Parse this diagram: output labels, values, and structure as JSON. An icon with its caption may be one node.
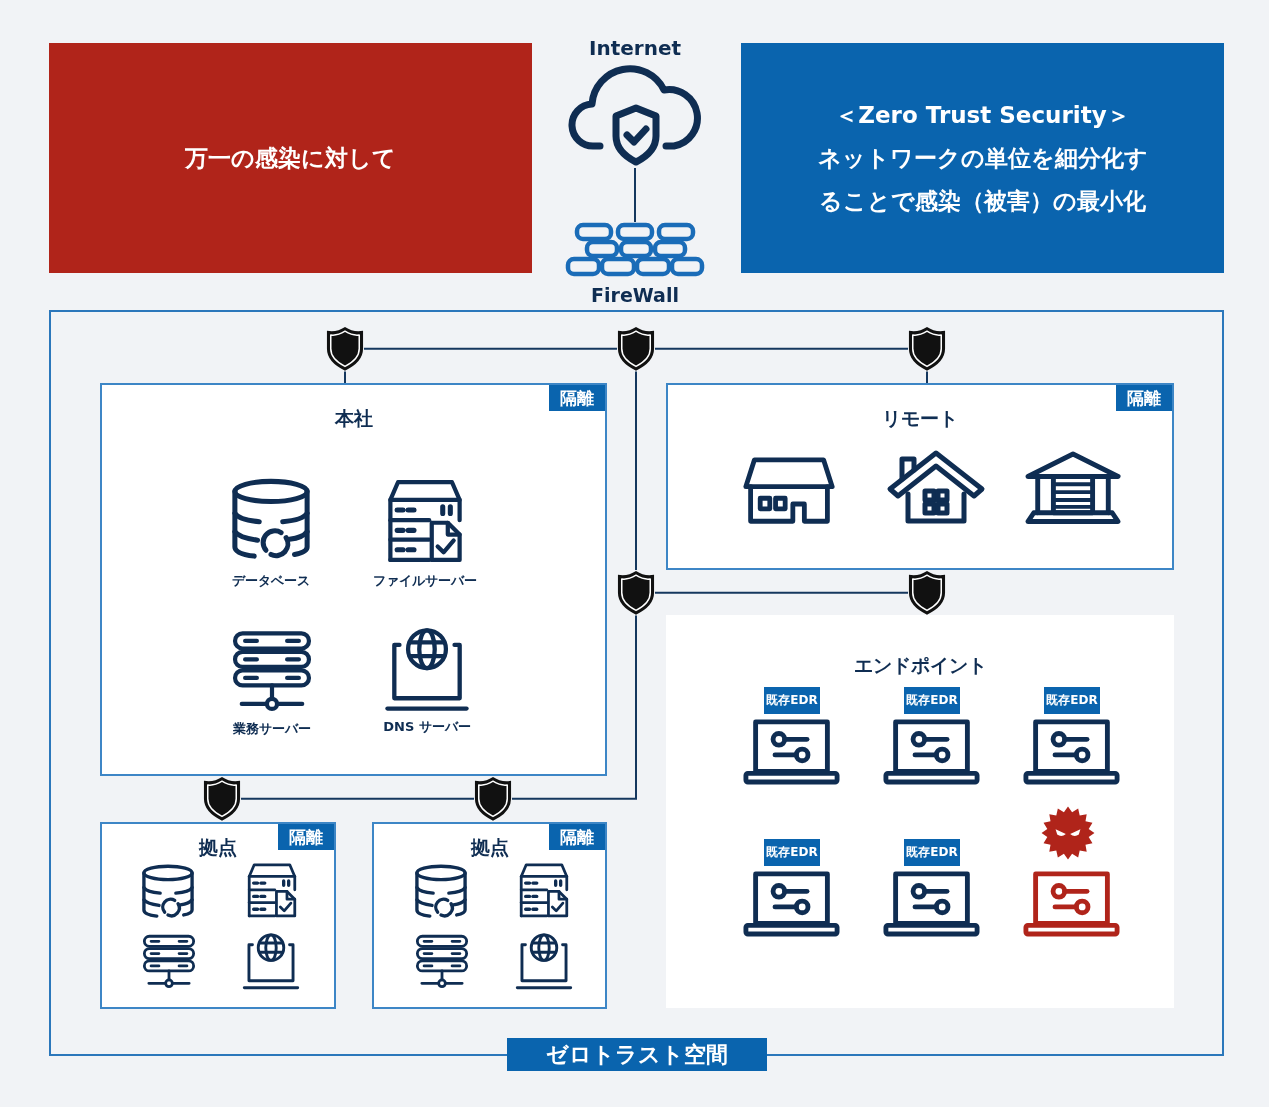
{
  "diagram": {
    "nodes": [
      {
        "text": [
          "万一の感染に対して"
        ]
      },
      {
        "text": [
          "Internet"
        ]
      },
      {
        "text": [
          "FireWall"
        ]
      },
      {
        "text": [
          "＜Zero Trust Security＞",
          "ネットワークの単位を細分化することで感染（被害）の最小化"
        ]
      },
      {
        "text": [
          "ゼロトラスト空間"
        ]
      },
      {
        "text": [],
        "shape": "shield",
        "in": 4
      },
      {
        "text": [],
        "shape": "shield",
        "in": 4
      },
      {
        "text": [],
        "shape": "shield",
        "in": 4
      },
      {
        "text": [
          "本社"
        ],
        "in": 4
      },
      {
        "text": [
          "隔離"
        ],
        "in": 8
      },
      {
        "text": [
          "データベース"
        ],
        "in": 8
      },
      {
        "text": [
          "ファイルサーバー"
        ],
        "in": 8
      },
      {
        "text": [
          "業務サーバー"
        ],
        "in": 8
      },
      {
        "text": [
          "DNS サーバー"
        ],
        "in": 8
      },
      {
        "text": [
          "リモート"
        ],
        "in": 4
      },
      {
        "text": [
          "隔離"
        ],
        "in": 14
      },
      {
        "text": [],
        "shape": "picture",
        "in": 14
      },
      {
        "text": [],
        "shape": "picture",
        "in": 14
      },
      {
        "text": [],
        "shape": "picture",
        "in": 14
      },
      {
        "text": [],
        "shape": "shield",
        "in": 4
      },
      {
        "text": [],
        "shape": "shield",
        "in": 4
      },
      {
        "text": [
          "エンドポイント"
        ],
        "in": 4
      },
      {
        "text": [
          "既存EDR"
        ],
        "in": 21
      },
      {
        "text": [],
        "shape": "picture",
        "in": 21
      },
      {
        "text": [
          "既存EDR"
        ],
        "in": 21
      },
      {
        "text": [],
        "shape": "picture",
        "in": 21
      },
      {
        "text": [
          "既存EDR"
        ],
        "in": 21
      },
      {
        "text": [],
        "shape": "picture",
        "in": 21
      },
      {
        "text": [
          "既存EDR"
        ],
        "in": 21
      },
      {
        "text": [],
        "shape": "picture",
        "in": 21
      },
      {
        "text": [
          "既存EDR"
        ],
        "in": 21
      },
      {
        "text": [],
        "shape": "picture",
        "in": 21
      },
      {
        "text": [],
        "shape": "picture",
        "in": 21
      },
      {
        "text": [],
        "shape": "picture",
        "in": 21
      },
      {
        "text": [],
        "shape": "shield",
        "in": 4
      },
      {
        "text": [],
        "shape": "shield",
        "in": 4
      },
      {
        "text": [
          "拠点"
        ],
        "in": 4
      },
      {
        "text": [
          "隔離"
        ],
        "in": 36
      },
      {
        "text": [],
        "shape": "picture",
        "in": 36
      },
      {
        "text": [],
        "shape": "picture",
        "in": 36
      },
      {
        "text": [],
        "shape": "picture",
        "in": 36
      },
      {
        "text": [],
        "shape": "picture",
        "in": 36
      },
      {
        "text": [
          "拠点"
        ],
        "in": 4
      },
      {
        "text": [
          "隔離"
        ],
        "in": 42
      },
      {
        "text": [],
        "shape": "picture",
        "in": 42
      },
      {
        "text": [],
        "shape": "picture",
        "in": 42
      },
      {
        "text": [],
        "shape": "picture",
        "in": 42
      },
      {
        "text": [],
        "shape": "picture",
        "in": 42
      }
    ],
    "edges": [
      {
        "from": 1,
        "to": 2,
        "arrow": "none"
      },
      {
        "from": 5,
        "to": 6,
        "arrow": "none"
      },
      {
        "from": 6,
        "to": 7,
        "arrow": "none"
      },
      {
        "from": 6,
        "to": 19,
        "arrow": "none"
      },
      {
        "from": 19,
        "to": 20,
        "arrow": "none"
      },
      {
        "from": 19,
        "to": 35,
        "arrow": "none"
      },
      {
        "from": 35,
        "to": 34,
        "arrow": "none"
      },
      {
        "from": 5,
        "to": 8,
        "arrow": "none"
      },
      {
        "from": 7,
        "to": 14,
        "arrow": "none"
      }
    ]
  }
}
